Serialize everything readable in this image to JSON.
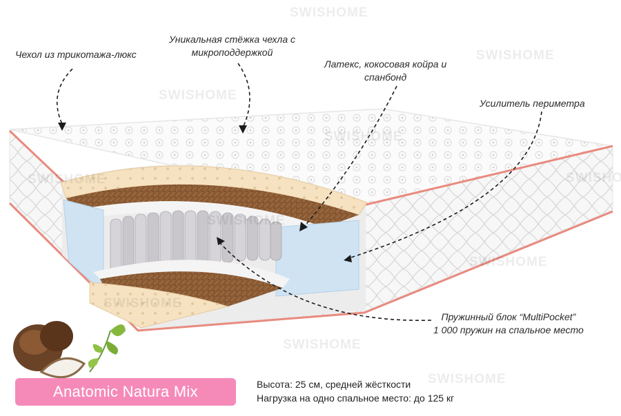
{
  "watermark": "SWISHOME",
  "callouts": {
    "cover": "Чехол из трикотажа-люкс",
    "stitch_line1": "Уникальная стёжка чехла с",
    "stitch_line2": "микроподдержкой",
    "latex_line1": "Латекс, кокосовая койра и",
    "latex_line2": "спанбонд",
    "perimeter": "Усилитель периметра",
    "springs_line1": "Пружинный блок “MultiPocket”",
    "springs_line2": "1 000 пружин на спальное место"
  },
  "product_name": "Anatomic Natura Mix",
  "specs": {
    "height": "Высота: 25 см, средней жёсткости",
    "load": "Нагрузка на одно спальное место: до 125 кг"
  },
  "colors": {
    "badge": "#f58ab9",
    "piping": "#e98a7f",
    "latex": "#f6e2c0",
    "coir": "#8a5a34",
    "foam": "#cfe3f3",
    "springs": "#c9c7cc"
  },
  "icons": [
    "coconut-icon",
    "green-leaves-icon"
  ]
}
